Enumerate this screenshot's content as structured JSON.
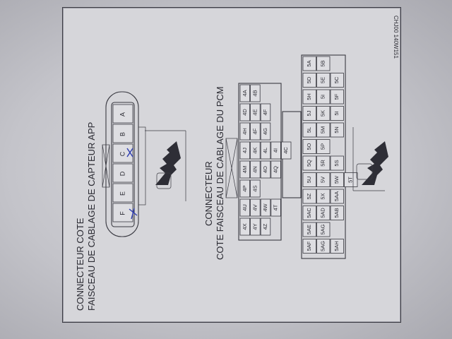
{
  "diagram": {
    "reference_code": "CHJ00 140W151",
    "app_title_line1": "CONNECTEUR COTE",
    "app_title_line2": "FAISCEAU DE CABLAGE DE CAPTEUR APP",
    "pcm_title_line1": "CONNECTEUR",
    "pcm_title_line2": "COTE FAISCEAU DE CABLAGE DU PCM",
    "app_pins": [
      "A",
      "B",
      "C",
      "D",
      "E",
      "F"
    ],
    "app_marked_pins": [
      "C",
      "F"
    ],
    "pcm_left_block": [
      [
        "4A",
        "4B"
      ],
      [
        "4D",
        "4E",
        "4F"
      ],
      [
        "4H",
        "4F",
        "4G"
      ],
      [
        "4J",
        "4K",
        "4L",
        "4I",
        "4C"
      ],
      [
        "4M",
        "4N",
        "4O",
        "4Q"
      ],
      [
        "4P",
        "4S"
      ],
      [
        "4U",
        "4V",
        "4W",
        "4T"
      ],
      [
        "4X",
        "4Y",
        "4Z"
      ]
    ],
    "pcm_right_block": [
      [
        "5A",
        "5B"
      ],
      [
        "5D",
        "5E",
        "5C"
      ],
      [
        "5H",
        "5I",
        "5F"
      ],
      [
        "5J",
        "5K",
        "5I"
      ],
      [
        "5L",
        "5M",
        "5N"
      ],
      [
        "5O",
        "5P"
      ],
      [
        "5Q",
        "5R",
        "5S"
      ],
      [
        "5U",
        "5V",
        "5W",
        "5T"
      ],
      [
        "5Z",
        "5X",
        "5AA"
      ],
      [
        "5AC",
        "5AD",
        "5AB"
      ],
      [
        "5AE",
        "5AG"
      ],
      [
        "5AF",
        "5AG",
        "5AH"
      ]
    ]
  }
}
